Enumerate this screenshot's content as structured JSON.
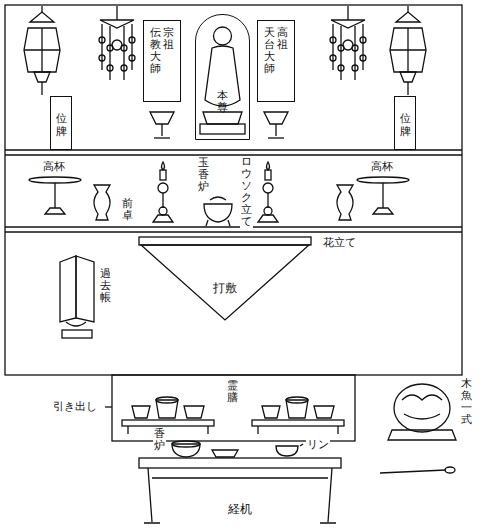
{
  "diagram": {
    "nodes": [
      {
        "text": [
          "位牌"
        ]
      },
      {
        "text": [
          "宗祖",
          "伝教大師"
        ]
      },
      {
        "text": [
          "本尊"
        ]
      },
      {
        "text": [
          "高祖",
          "天台大師"
        ]
      },
      {
        "text": [
          "位牌"
        ]
      },
      {
        "text": [
          "打敷"
        ]
      },
      {
        "text": [
          "経机"
        ]
      }
    ],
    "labels": [
      "高杯",
      "玉香炉",
      "ロウソク立て",
      "高杯",
      "前卓",
      "花立て",
      "過去帳",
      "引き出し",
      "霊膳",
      "木魚一式",
      "香炉",
      "リン"
    ]
  }
}
